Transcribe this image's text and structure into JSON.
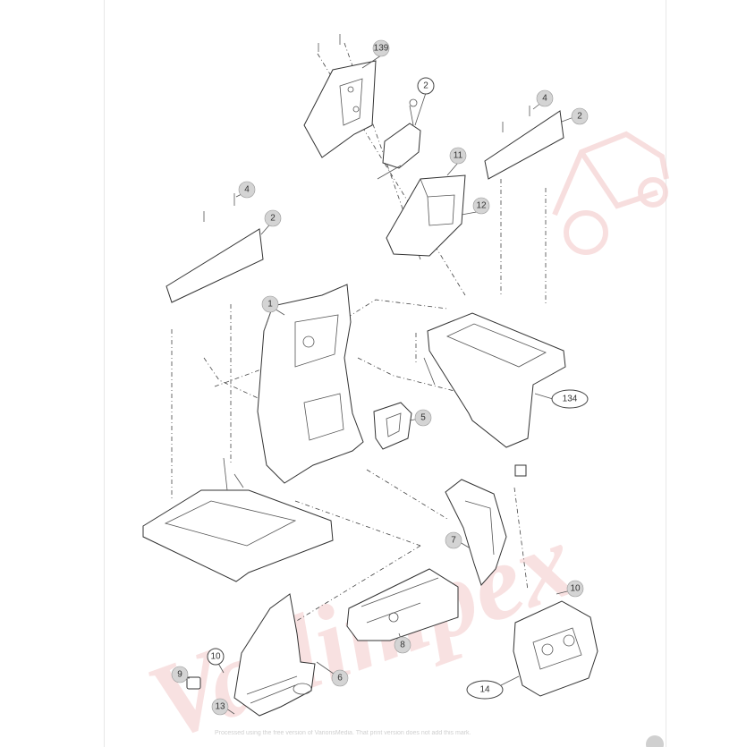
{
  "callouts": [
    {
      "id": "c1",
      "label": "1",
      "style": "filled"
    },
    {
      "id": "c2a",
      "label": "2",
      "style": "open"
    },
    {
      "id": "c2b",
      "label": "2",
      "style": "filled"
    },
    {
      "id": "c2c",
      "label": "2",
      "style": "filled"
    },
    {
      "id": "c4a",
      "label": "4",
      "style": "filled"
    },
    {
      "id": "c4b",
      "label": "4",
      "style": "filled"
    },
    {
      "id": "c5",
      "label": "5",
      "style": "filled"
    },
    {
      "id": "c6",
      "label": "6",
      "style": "filled"
    },
    {
      "id": "c7",
      "label": "7",
      "style": "filled"
    },
    {
      "id": "c8",
      "label": "8",
      "style": "filled"
    },
    {
      "id": "c9",
      "label": "9",
      "style": "filled"
    },
    {
      "id": "c10a",
      "label": "10",
      "style": "open"
    },
    {
      "id": "c10b",
      "label": "10",
      "style": "filled"
    },
    {
      "id": "c11",
      "label": "11",
      "style": "filled"
    },
    {
      "id": "c12",
      "label": "12",
      "style": "filled"
    },
    {
      "id": "c13",
      "label": "13",
      "style": "filled"
    },
    {
      "id": "c14",
      "label": "14",
      "style": "filled"
    },
    {
      "id": "c134",
      "label": "134",
      "style": "oval"
    },
    {
      "id": "c139",
      "label": "139",
      "style": "oval"
    }
  ],
  "watermark": {
    "text": "Vallimpex",
    "color": "#f3c9c9"
  },
  "footer": {
    "text": "Processed using the free version of VarionsMedia. That print version does not add this mark."
  },
  "colors": {
    "line": "#333333",
    "callout_fill": "#d4d4d4",
    "background": "#ffffff"
  }
}
